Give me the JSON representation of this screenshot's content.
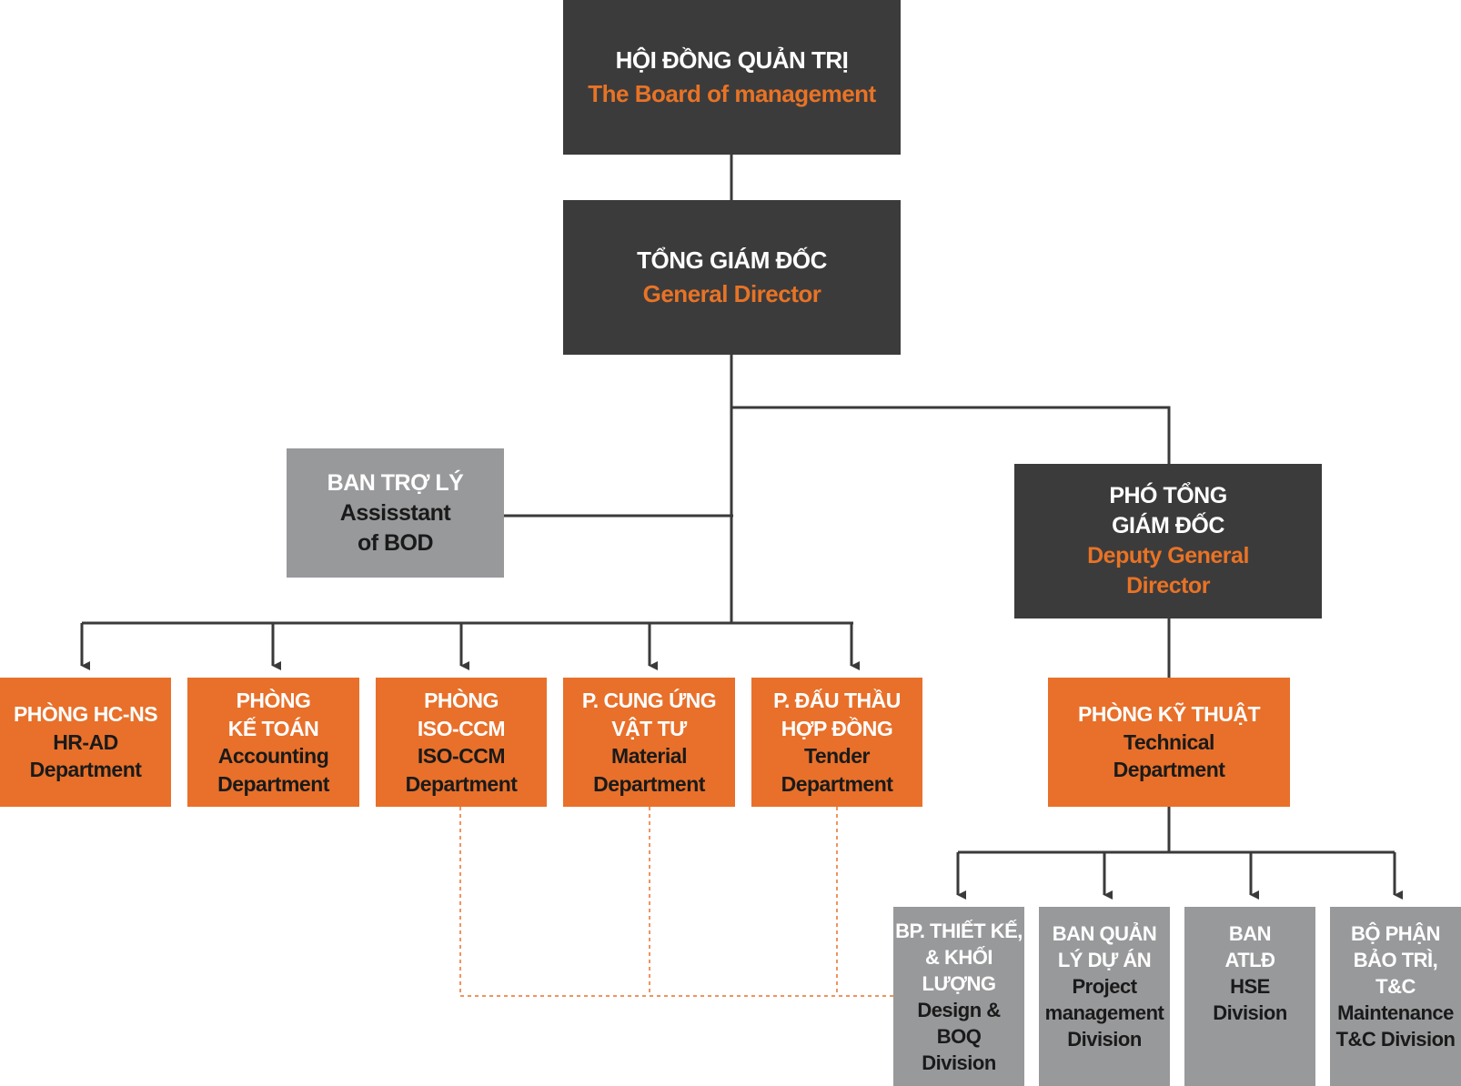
{
  "colors": {
    "dark": "#3b3b3c",
    "grey": "#98999b",
    "orange": "#e8702a",
    "line": "#3a3a3a",
    "dashed": "#e8702a"
  },
  "board": {
    "vi": "HỘI ĐỒNG QUẢN TRỊ",
    "en": "The Board of management"
  },
  "general_director": {
    "vi": "TỔNG GIÁM ĐỐC",
    "en": "General Director"
  },
  "assistant": {
    "vi": "BAN TRỢ LÝ",
    "en1": "Assisstant",
    "en2": "of BOD"
  },
  "deputy": {
    "vi1": "PHÓ TỔNG",
    "vi2": "GIÁM ĐỐC",
    "en1": "Deputy General",
    "en2": "Director"
  },
  "departments": {
    "hr": {
      "vi1": "PHÒNG HC-NS",
      "en1": "HR-AD",
      "en2": "Department"
    },
    "accounting": {
      "vi1": "PHÒNG",
      "vi2": "KẾ TOÁN",
      "en1": "Accounting",
      "en2": "Department"
    },
    "iso": {
      "vi1": "PHÒNG",
      "vi2": "ISO-CCM",
      "en1": "ISO-CCM",
      "en2": "Department"
    },
    "material": {
      "vi1": "P. CUNG ỨNG",
      "vi2": "VẬT TƯ",
      "en1": "Material",
      "en2": "Department"
    },
    "tender": {
      "vi1": "P. ĐẤU THẦU",
      "vi2": "HỢP ĐỒNG",
      "en1": "Tender",
      "en2": "Department"
    },
    "technical": {
      "vi1": "PHÒNG KỸ THUẬT",
      "en1": "Technical",
      "en2": "Department"
    }
  },
  "divisions": {
    "design": {
      "vi1": "BP. THIẾT KẾ,",
      "vi2": "& KHỐI",
      "vi3": "LƯỢNG",
      "en1": "Design &",
      "en2": "BOQ",
      "en3": "Division"
    },
    "project": {
      "vi1": "BAN QUẢN",
      "vi2": "LÝ DỰ ÁN",
      "en1": "Project",
      "en2": "management",
      "en3": "Division"
    },
    "hse": {
      "vi1": "BAN",
      "vi2": "ATLĐ",
      "en1": "HSE",
      "en2": "Division"
    },
    "maintenance": {
      "vi1": "BỘ PHẬN",
      "vi2": "BẢO TRÌ,",
      "vi3": "T&C",
      "en1": "Maintenance",
      "en2": "T&C Division"
    }
  }
}
